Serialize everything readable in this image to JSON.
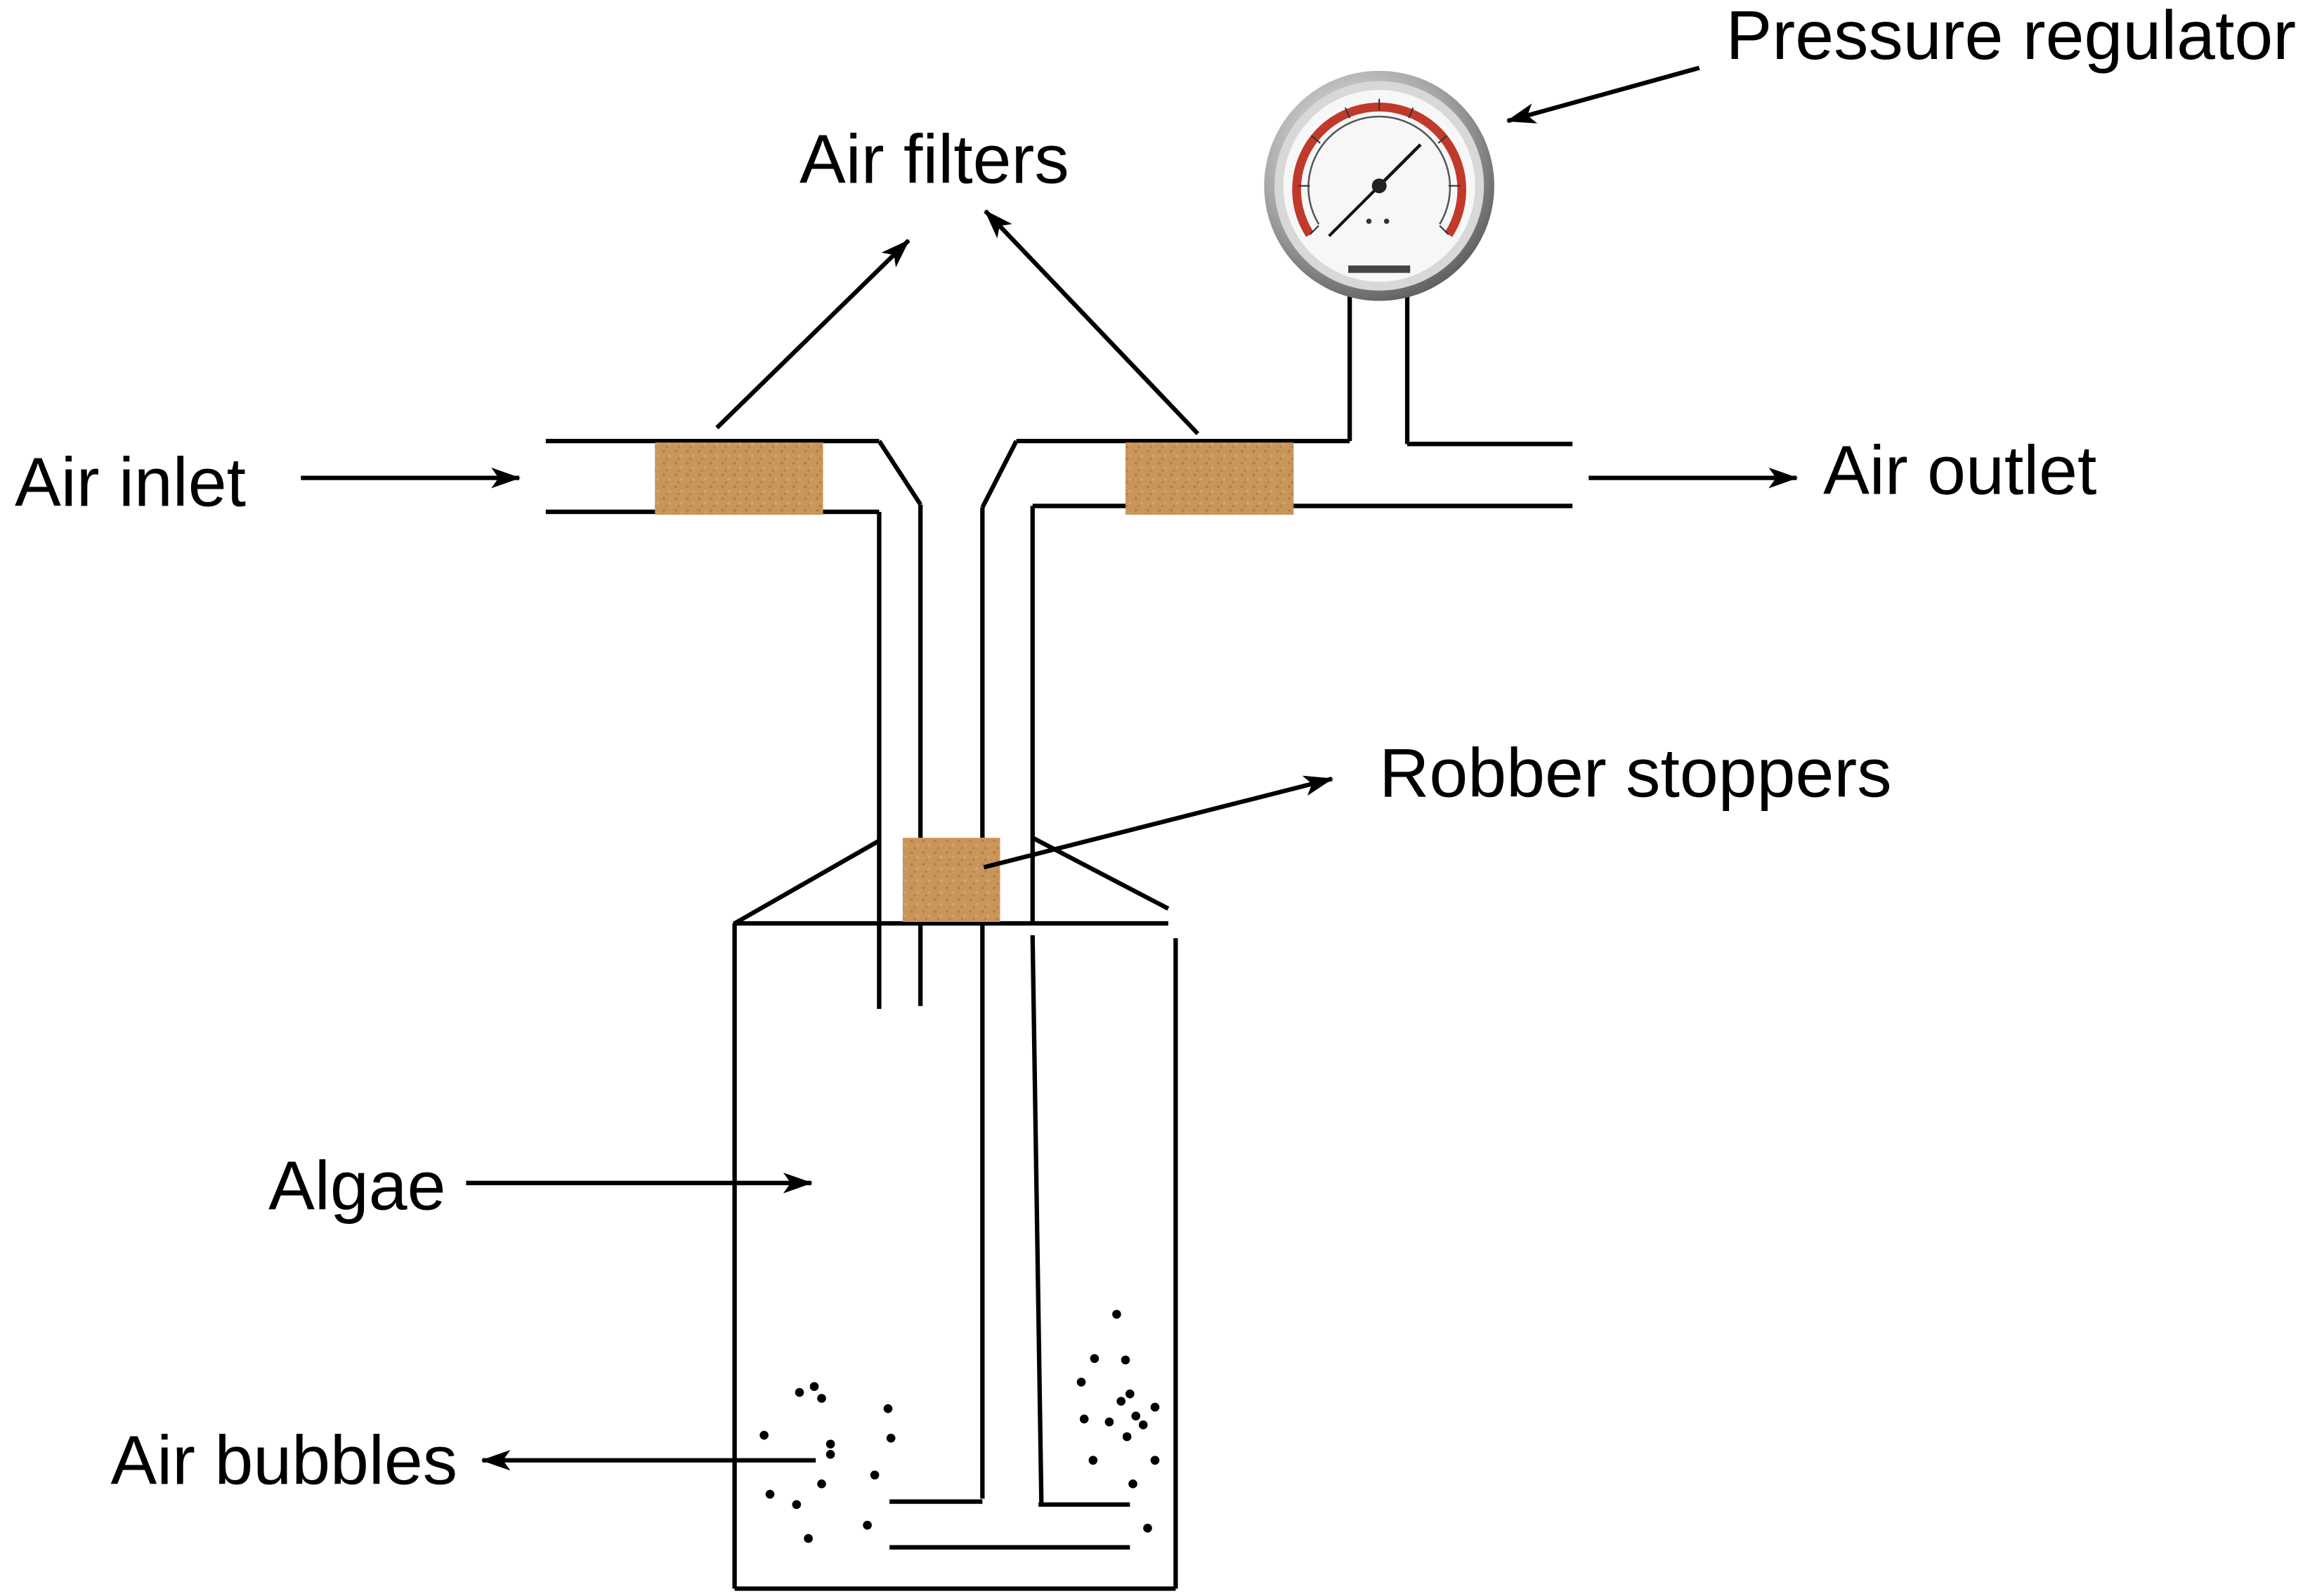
{
  "labels": {
    "pressure_regulator": "Pressure regulator",
    "air_filters": "Air filters",
    "air_inlet": "Air inlet",
    "air_outlet": "Air outlet",
    "robber_stoppers": "Robber stoppers",
    "algae": "Algae",
    "air_bubbles": "Air bubbles"
  },
  "colors": {
    "filter": "#c8955a",
    "filter_dark": "#b07d45",
    "gauge_red": "#c0392b",
    "line": "#000000"
  },
  "icons": {
    "gauge": "pressure-gauge-icon"
  }
}
